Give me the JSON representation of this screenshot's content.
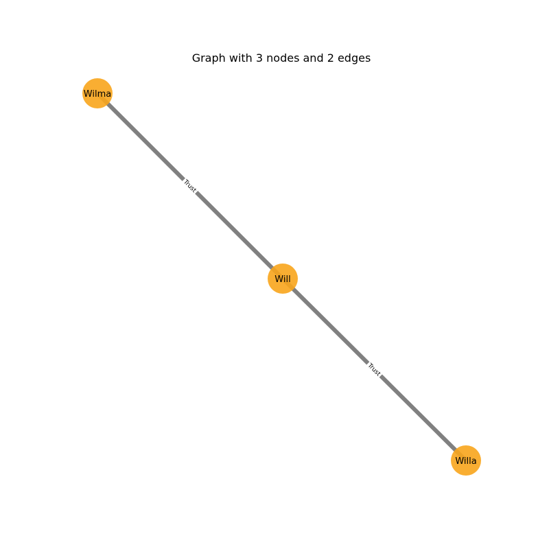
{
  "title": "Graph with 3 nodes and 2 edges",
  "colors": {
    "node": "#f8a51c",
    "edge": "#808080",
    "label_background": "#ffffff"
  },
  "nodes": [
    {
      "id": "Wilma",
      "label": "Wilma"
    },
    {
      "id": "Will",
      "label": "Will"
    },
    {
      "id": "Willa",
      "label": "Willa"
    }
  ],
  "edges": [
    {
      "source": "Wilma",
      "target": "Will",
      "label": "Trust"
    },
    {
      "source": "Will",
      "target": "Willa",
      "label": "Trust"
    }
  ]
}
